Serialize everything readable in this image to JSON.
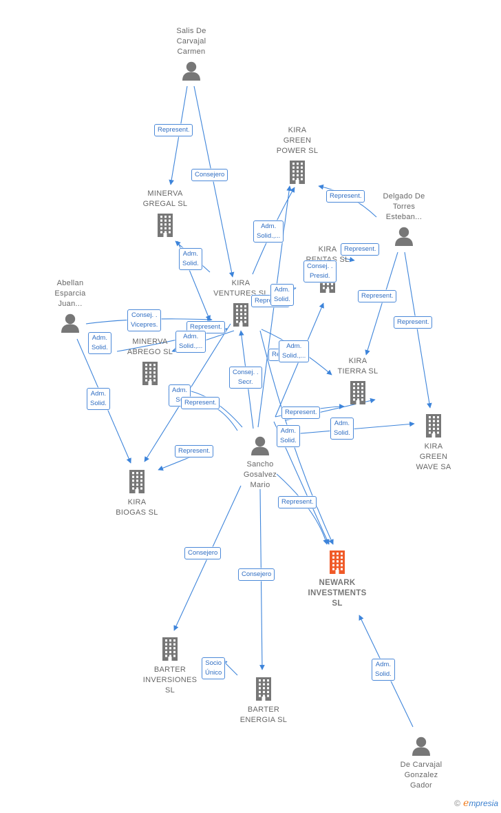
{
  "colors": {
    "edge": "#3d84da",
    "company": "#777777",
    "person": "#777777",
    "focus": "#f05a28"
  },
  "nodes": [
    {
      "id": "salis",
      "type": "person",
      "name": [
        "Salis De",
        "Carvajal",
        "Carmen"
      ]
    },
    {
      "id": "kgp",
      "type": "company",
      "name": [
        "KIRA",
        "GREEN",
        "POWER  SL"
      ]
    },
    {
      "id": "minerva_gregal",
      "type": "company",
      "name": [
        "MINERVA",
        "GREGAL  SL"
      ]
    },
    {
      "id": "delgado",
      "type": "person",
      "name": [
        "Delgado De",
        "Torres",
        "Esteban..."
      ]
    },
    {
      "id": "kira_rentas",
      "type": "company",
      "name": [
        "KIRA",
        "RENTAS  SL"
      ]
    },
    {
      "id": "abellan",
      "type": "person",
      "name": [
        "Abellan",
        "Esparcia",
        "Juan..."
      ]
    },
    {
      "id": "kira_ventures",
      "type": "company",
      "name": [
        "KIRA",
        "VENTURES  SL"
      ]
    },
    {
      "id": "minerva_abrego",
      "type": "company",
      "name": [
        "MINERVA",
        "ABREGO  SL"
      ]
    },
    {
      "id": "kira_tierra",
      "type": "company",
      "name": [
        "KIRA",
        "TIERRA  SL"
      ]
    },
    {
      "id": "kgw",
      "type": "company",
      "name": [
        "KIRA",
        "GREEN",
        "WAVE SA"
      ]
    },
    {
      "id": "sancho",
      "type": "person",
      "name": [
        "Sancho",
        "Gosalvez",
        "Mario"
      ]
    },
    {
      "id": "kira_biogas",
      "type": "company",
      "name": [
        "KIRA",
        "BIOGAS  SL"
      ]
    },
    {
      "id": "newark",
      "type": "focus",
      "name": [
        "NEWARK",
        "INVESTMENTS",
        "SL"
      ]
    },
    {
      "id": "barter_inv",
      "type": "company",
      "name": [
        "BARTER",
        "INVERSIONES",
        "SL"
      ]
    },
    {
      "id": "barter_energia",
      "type": "company",
      "name": [
        "BARTER",
        "ENERGIA  SL"
      ]
    },
    {
      "id": "de_carvajal",
      "type": "person",
      "name": [
        "De Carvajal",
        "Gonzalez",
        "Gador"
      ]
    }
  ],
  "relations": [
    {
      "text": [
        "Represent."
      ]
    },
    {
      "text": [
        "Consejero"
      ]
    },
    {
      "text": [
        "Adm.",
        "Solid.,..."
      ]
    },
    {
      "text": [
        "Represent."
      ]
    },
    {
      "text": [
        "Represent."
      ]
    },
    {
      "text": [
        "Consej. .",
        "Presid."
      ]
    },
    {
      "text": [
        "Adm.",
        "Solid."
      ]
    },
    {
      "text": [
        "Represent."
      ]
    },
    {
      "text": [
        "Represent."
      ]
    },
    {
      "text": [
        "Represent."
      ]
    },
    {
      "text": [
        "Adm.",
        "Solid."
      ]
    },
    {
      "text": [
        "Consej. .",
        "Vicepres."
      ]
    },
    {
      "text": [
        "Represent."
      ]
    },
    {
      "text": [
        "Adm.",
        "Solid."
      ]
    },
    {
      "text": [
        "Adm.",
        "Solid.,..."
      ]
    },
    {
      "text": [
        "Re"
      ]
    },
    {
      "text": [
        "Adm.",
        "Solid.,..."
      ]
    },
    {
      "text": [
        "Consej. .",
        "Secr."
      ]
    },
    {
      "text": [
        "Adm.",
        "Solid."
      ]
    },
    {
      "text": [
        "Adm.",
        "So"
      ]
    },
    {
      "text": [
        "Represent."
      ]
    },
    {
      "text": [
        "Represent."
      ]
    },
    {
      "text": [
        "Adm.",
        "Solid."
      ]
    },
    {
      "text": [
        "Adm.",
        "Solid."
      ]
    },
    {
      "text": [
        "Represent."
      ]
    },
    {
      "text": [
        "Represent."
      ]
    },
    {
      "text": [
        "Consejero"
      ]
    },
    {
      "text": [
        "Consejero"
      ]
    },
    {
      "text": [
        "Socio",
        "Único"
      ]
    },
    {
      "text": [
        "Adm.",
        "Solid."
      ]
    }
  ],
  "brand": {
    "copyright": "©",
    "logo_initial": "e",
    "logo_rest": "mpresia"
  }
}
